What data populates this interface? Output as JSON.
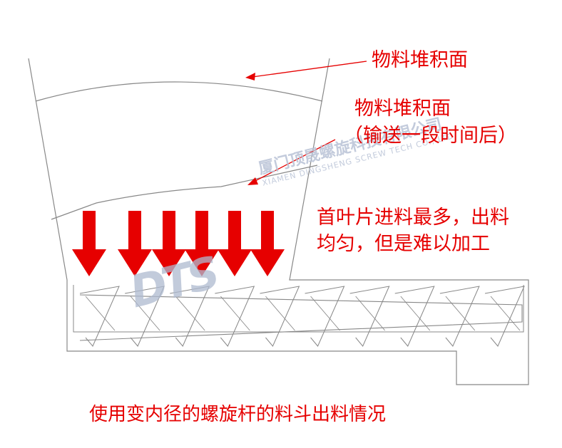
{
  "labels": {
    "surface_1": "物料堆积面",
    "surface_2": "物料堆积面",
    "surface_2_note": "（输送一段时间后）",
    "feed_line_1": "首叶片进料最多，出料",
    "feed_line_2": "均匀，但是难以加工",
    "caption": "使用变内径的螺旋杆的料斗出料情况"
  },
  "watermark": {
    "company_cn": "厦门顶晟螺旋科技有限公司",
    "company_en": "XIAMEN DINGSHENG SCREW TECH CO., LTD.",
    "logo": "DTS"
  },
  "colors": {
    "accent": "#e60000",
    "outline": "#888888",
    "watermark": "#b9c3d6"
  },
  "diagram": {
    "down_arrow_count": 6,
    "screw_flight_count": 10
  }
}
